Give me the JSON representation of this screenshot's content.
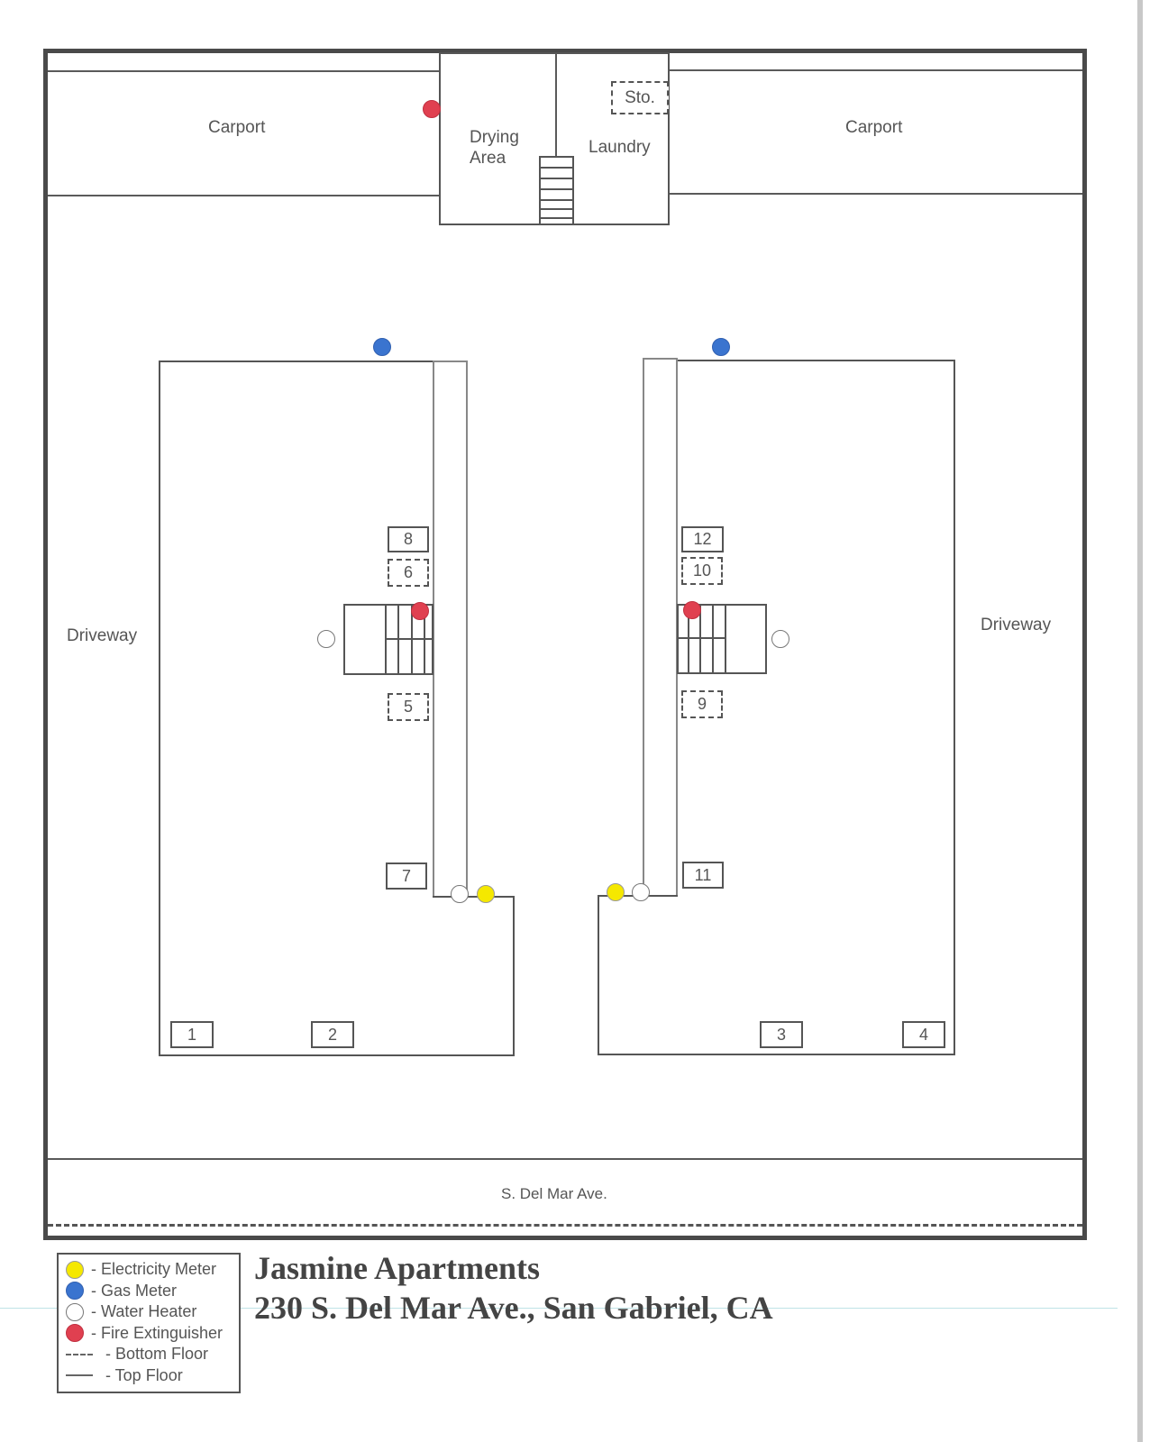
{
  "map": {
    "title": "Jasmine Apartments",
    "address": "230 S. Del Mar Ave., San Gabriel, CA",
    "areas": {
      "carport_left": "Carport",
      "carport_right": "Carport",
      "drying_area_line1": "Drying",
      "drying_area_line2": "Area",
      "laundry": "Laundry",
      "storage": "Sto.",
      "driveway_left": "Driveway",
      "driveway_right": "Driveway",
      "street": "S. Del Mar Ave."
    },
    "units": {
      "u1": "1",
      "u2": "2",
      "u3": "3",
      "u4": "4",
      "u5": "5",
      "u6": "6",
      "u7": "7",
      "u8": "8",
      "u9": "9",
      "u10": "10",
      "u11": "11",
      "u12": "12"
    },
    "unit_floors": {
      "top_floor": [
        "1",
        "2",
        "3",
        "4",
        "7",
        "8",
        "11",
        "12"
      ],
      "bottom_floor": [
        "5",
        "6",
        "9",
        "10"
      ]
    },
    "markers": {
      "fire_extinguishers": [
        "carport-left-by-drying-area",
        "left-building-stairs",
        "right-building-stairs"
      ],
      "gas_meters": [
        "left-building-top",
        "right-building-top"
      ],
      "water_heaters": [
        "left-building-stairs-west",
        "right-building-stairs-east",
        "left-building-corridor-end",
        "right-building-corridor-end"
      ],
      "electricity_meters": [
        "left-building-corridor-end",
        "right-building-corridor-end"
      ]
    },
    "colors": {
      "electricity": "#f5e800",
      "gas": "#3a74cf",
      "water_heater": "#ffffff",
      "fire_extinguisher": "#e04050"
    }
  },
  "legend": {
    "items": [
      {
        "symbol": "yellow-circle",
        "label": "- Electricity Meter"
      },
      {
        "symbol": "blue-circle",
        "label": "- Gas Meter"
      },
      {
        "symbol": "white-circle",
        "label": "- Water Heater"
      },
      {
        "symbol": "red-circle",
        "label": "- Fire Extinguisher"
      },
      {
        "symbol": "dashed-line",
        "label": "-  Bottom Floor"
      },
      {
        "symbol": "solid-line",
        "label": "-  Top Floor"
      }
    ]
  }
}
